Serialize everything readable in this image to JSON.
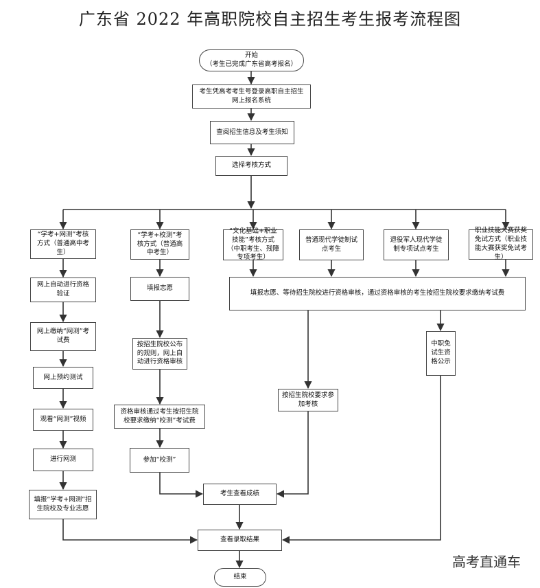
{
  "title": "广东省 2022 年高职院校自主招生考生报考流程图",
  "watermark": "高考直通车",
  "nodes": {
    "start": "开始\n（考生已完成广东省高考报名）",
    "login": "考生凭高考考生号登录高职自主招生网上报名系统",
    "query": "查阅招生信息及考生须知",
    "choose": "选择考核方式",
    "mode1": "“学考+网测”考核方式（普通高中考生）",
    "mode2": "“学考+校测”考核方式（普通高中考生）",
    "mode3": "“文化基础+职业技能”考核方式（中职考生、残障专项考生）",
    "mode4": "普通现代学徒制试点考生",
    "mode5": "退役军人现代学徒制专项试点考生",
    "mode6": "职业技能大赛获奖免试方式（职业技能大赛获奖免试考生）",
    "a1": "网上自动进行资格验证",
    "a2": "网上缴纳“网测”考试费",
    "a3": "网上预约测试",
    "a4": "观看“网测”视频",
    "a5": "进行网测",
    "a6": "填报“学考+网测”招生院校及专业志愿",
    "b1": "填报志愿",
    "b2": "按招生院校公布的规则，网上自动进行资格审核",
    "b3": "资格审核通过考生按招生院校要求缴纳“校测”考试费",
    "b4": "参加“校测”",
    "merge": "填报志愿、等待招生院校进行资格审核，通过资格审核的考生按招生院校要求缴纳考试费",
    "exam": "按招生院校要求参加考核",
    "publicize": "中职免试生资格公示",
    "score": "考生查看成绩",
    "result": "查看录取结果",
    "end": "结束"
  }
}
